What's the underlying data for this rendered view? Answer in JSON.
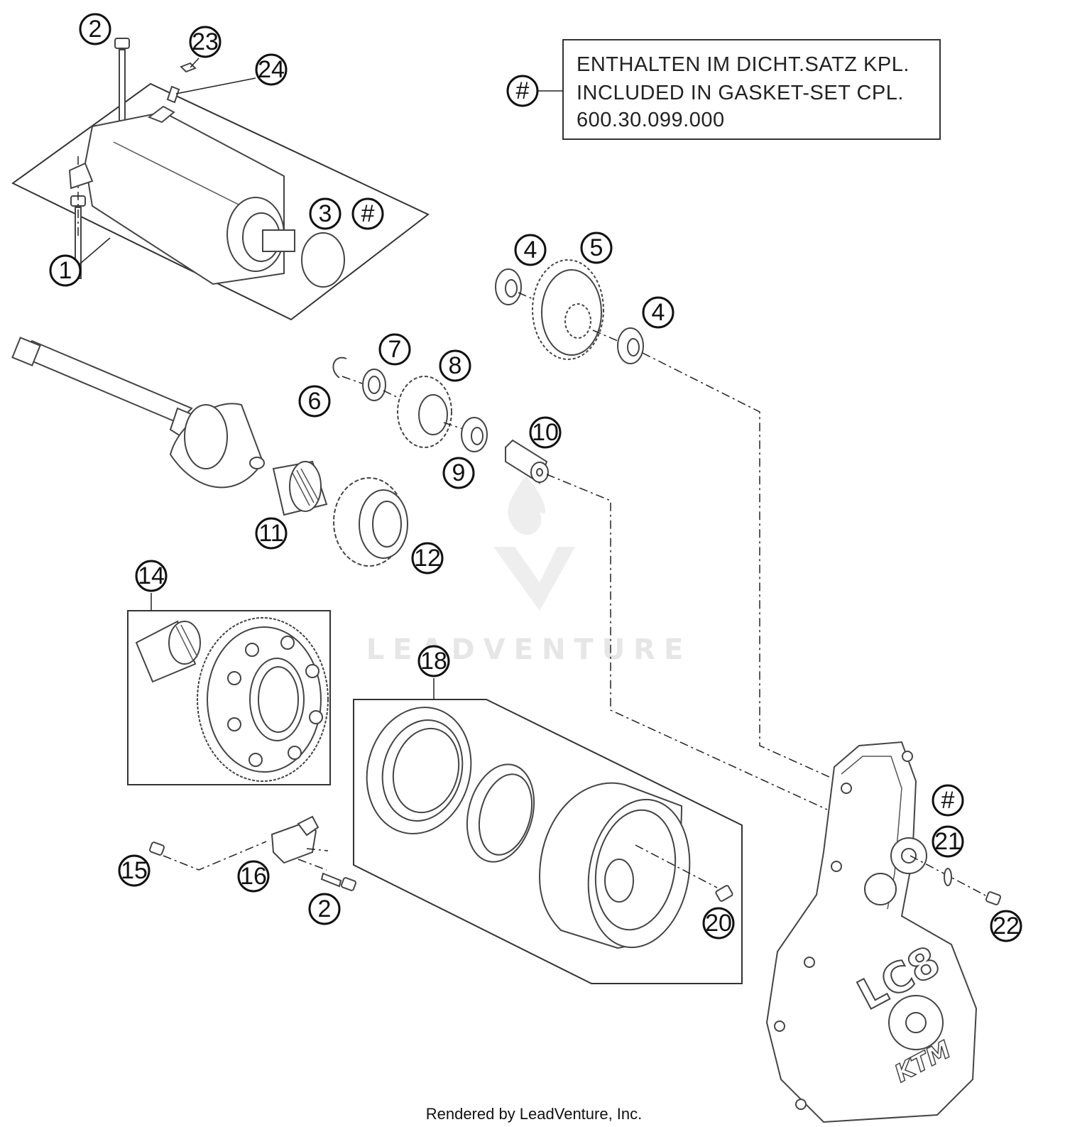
{
  "legend": {
    "symbol": "#",
    "lines": [
      "ENTHALTEN IM DICHT.SATZ KPL.",
      "INCLUDED IN GASKET-SET CPL.",
      "600.30.099.000"
    ]
  },
  "callouts": {
    "c1": "1",
    "c2a": "2",
    "c2b": "2",
    "c3": "3",
    "c3hash": "#",
    "c4a": "4",
    "c4b": "4",
    "c5": "5",
    "c6": "6",
    "c7": "7",
    "c8": "8",
    "c9": "9",
    "c10": "10",
    "c11": "11",
    "c12": "12",
    "c14": "14",
    "c15": "15",
    "c16": "16",
    "c18": "18",
    "c20": "20",
    "c21": "21",
    "c21hash": "#",
    "c22": "22",
    "c23": "23",
    "c24": "24"
  },
  "watermark": {
    "text": "LEADVENTURE"
  },
  "footer": {
    "text": "Rendered by LeadVenture, Inc."
  },
  "cover_logo": {
    "model": "LC8",
    "brand": "KTM"
  }
}
